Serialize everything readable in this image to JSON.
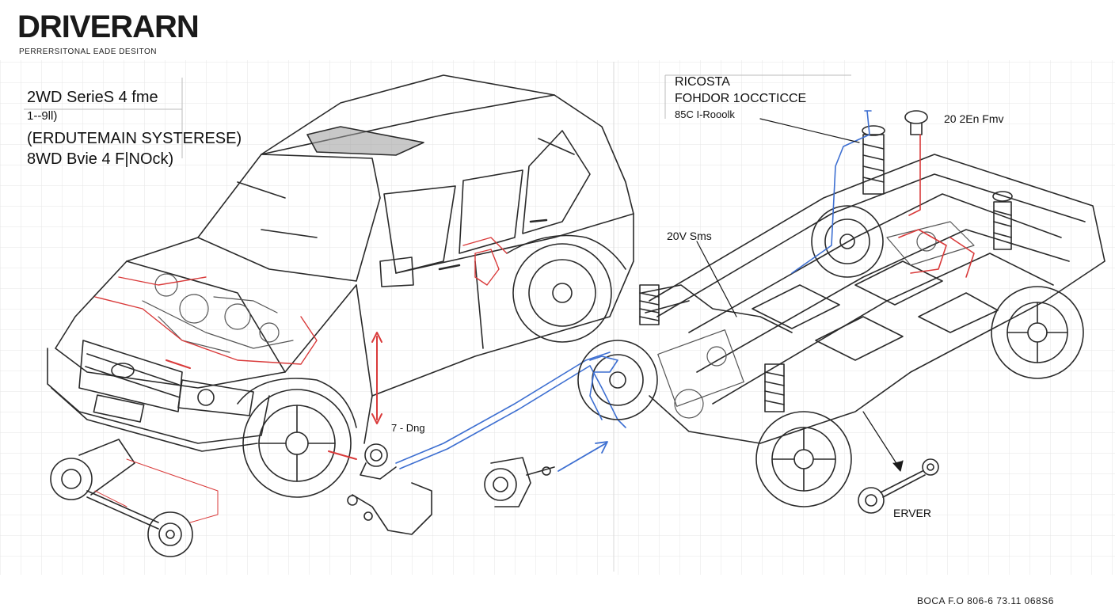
{
  "header": {
    "title": "DRIVERARN",
    "subtitle": "PERRERSITONAL EADE DESITON"
  },
  "specs": {
    "line1": "2WD SerieS 4 fme",
    "line2": "1--9ll)",
    "line3": "(ERDUTEMAIN SYSTERESE)",
    "line4": "8WD Bvie 4 F|NOck)"
  },
  "callout_block": {
    "line1": "RICOSTA",
    "line2": "FOHDOR 1OCCTICCE",
    "line3": "85C I-Rooolk"
  },
  "labels": {
    "top_right": "20 2En Fmv",
    "mid_chassis": "20V Sms",
    "hub": "7 - Dng",
    "driver": "ERVER"
  },
  "footer": {
    "code": "BOCA F.O 806-6 73.11 068S6"
  },
  "colors": {
    "line": "#2a2a2a",
    "accent_red": "#d93a3a",
    "accent_blue": "#3d6fd1",
    "grid": "#e6e6e6",
    "glass": "#9a9a9a"
  }
}
